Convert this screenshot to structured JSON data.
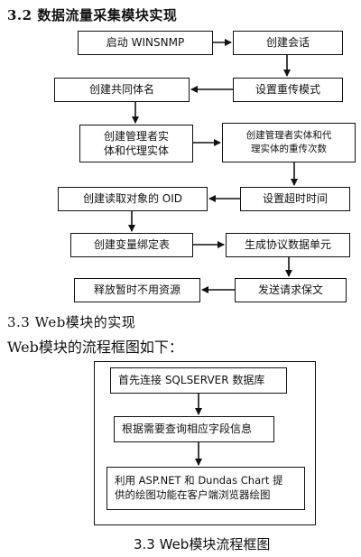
{
  "section_32": {
    "heading": "3.2 数据流量采集模块实现"
  },
  "flow_a": {
    "start_winsnmp": "启动 WINSNMP",
    "create_session": "创建会话",
    "create_community": "创建共同体名",
    "set_retransmit_mode": "设置重传模式",
    "create_manager_agent": "创建管理者实\n体和代理实体",
    "create_entity_retransmit_count": "创建管理者实体和代\n理实体的重传次数",
    "create_read_oid": "创建读取对象的 OID",
    "set_timeout": "设置超时时间",
    "create_varbind_table": "创建变量绑定表",
    "generate_pdu": "生成协议数据单元",
    "release_temp_resources": "释放暂时不用资源",
    "send_request_message": "发送请求保文"
  },
  "section_33": {
    "heading": "3.3 Web模块的实现",
    "intro": "Web模块的流程框图如下："
  },
  "flow_b": {
    "connect_db": "首先连接 SQLSERVER 数据库",
    "query_fields": "根据需要查询相应字段信息",
    "draw_chart": "利用 ASP.NET 和 Dundas Chart 提\n供的绘图功能在客户端浏览器绘图"
  },
  "caption": "3.3 Web模块流程框图"
}
